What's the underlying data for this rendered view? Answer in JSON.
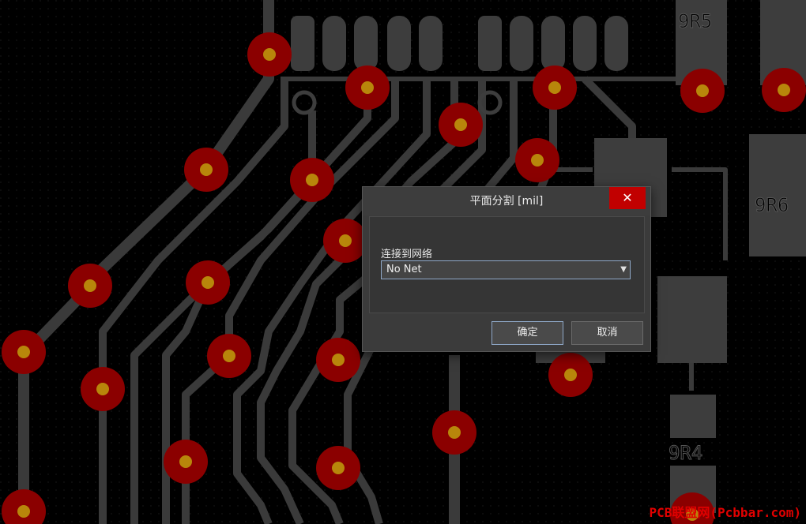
{
  "dialog": {
    "title": "平面分割 [mil]",
    "close_label": "✕",
    "net_label": "连接到网络",
    "net_value": "No Net",
    "ok_label": "确定",
    "cancel_label": "取消"
  },
  "board": {
    "designators": [
      "9R5",
      "9R6",
      "9R4"
    ],
    "pad_color": "#8b0000",
    "drill_color": "#b8860b",
    "track_color": "#3a3a3a"
  },
  "watermark": "PCB联盟网(Pcbbar.com)"
}
